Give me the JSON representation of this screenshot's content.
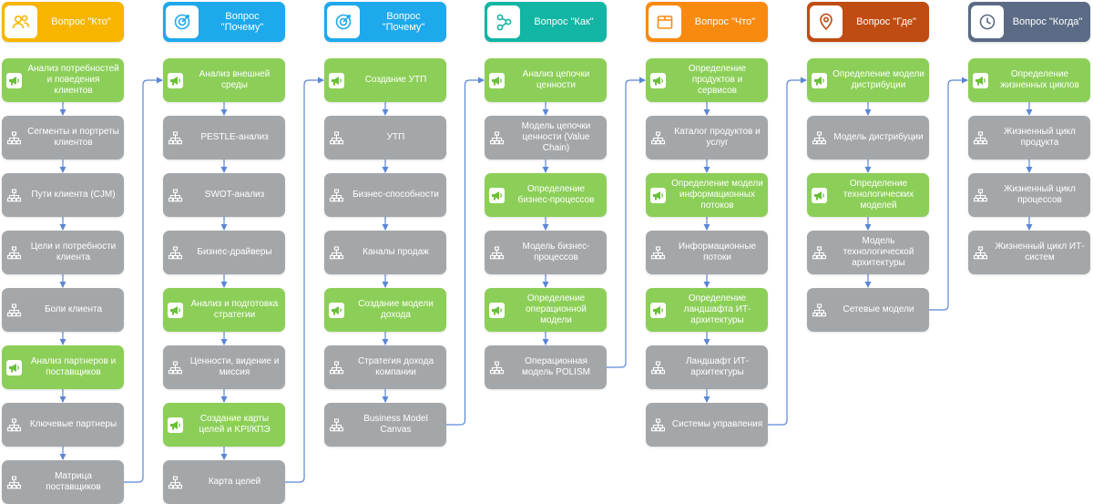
{
  "columns": [
    {
      "header": "Вопрос \"Кто\"",
      "color": "#f7b500",
      "icon": "users-icon",
      "nodes": [
        {
          "label": "Анализ потребностей и поведения клиентов",
          "kind": "green"
        },
        {
          "label": "Сегменты и портреты клиентов",
          "kind": "gray"
        },
        {
          "label": "Пути клиента (CJM)",
          "kind": "gray"
        },
        {
          "label": "Цели и потребности клиента",
          "kind": "gray"
        },
        {
          "label": "Боли клиента",
          "kind": "gray"
        },
        {
          "label": "Анализ партнеров и поставщиков",
          "kind": "green"
        },
        {
          "label": "Ключевые партнеры",
          "kind": "gray"
        },
        {
          "label": "Матрица поставщиков",
          "kind": "gray"
        }
      ]
    },
    {
      "header": "Вопрос \"Почему\"",
      "color": "#1ea9ec",
      "icon": "target-icon",
      "nodes": [
        {
          "label": "Анализ внешней среды",
          "kind": "green"
        },
        {
          "label": "PESTLE-анализ",
          "kind": "gray"
        },
        {
          "label": "SWOT-анализ",
          "kind": "gray"
        },
        {
          "label": "Бизнес-драйверы",
          "kind": "gray"
        },
        {
          "label": "Анализ и подготовка стратегии",
          "kind": "green"
        },
        {
          "label": "Ценности, видение и миссия",
          "kind": "gray"
        },
        {
          "label": "Создание карты целей и KPI/КПЭ",
          "kind": "green"
        },
        {
          "label": "Карта целей",
          "kind": "gray"
        }
      ]
    },
    {
      "header": "Вопрос \"Почему\"",
      "color": "#1ea9ec",
      "icon": "target-icon",
      "nodes": [
        {
          "label": "Создание УТП",
          "kind": "green"
        },
        {
          "label": "УТП",
          "kind": "gray"
        },
        {
          "label": "Бизнес-способности",
          "kind": "gray"
        },
        {
          "label": "Каналы продаж",
          "kind": "gray"
        },
        {
          "label": "Создание модели дохода",
          "kind": "green"
        },
        {
          "label": "Стратегия дохода компании",
          "kind": "gray"
        },
        {
          "label": "Business Model Canvas",
          "kind": "gray"
        }
      ]
    },
    {
      "header": "Вопрос \"Как\"",
      "color": "#13b5a4",
      "icon": "flow-icon",
      "nodes": [
        {
          "label": "Анализ цепочки ценности",
          "kind": "green"
        },
        {
          "label": "Модель цепочки ценности (Value Chain)",
          "kind": "gray"
        },
        {
          "label": "Определение бизнес-процессов",
          "kind": "green"
        },
        {
          "label": "Модель бизнес-процессов",
          "kind": "gray"
        },
        {
          "label": "Определение операционной модели",
          "kind": "green"
        },
        {
          "label": "Операционная модель POLISM",
          "kind": "gray"
        }
      ]
    },
    {
      "header": "Вопрос \"Что\"",
      "color": "#f98a10",
      "icon": "box-icon",
      "nodes": [
        {
          "label": "Определение продуктов и сервисов",
          "kind": "green"
        },
        {
          "label": "Каталог продуктов и услуг",
          "kind": "gray"
        },
        {
          "label": "Определение модели информационных потоков",
          "kind": "green"
        },
        {
          "label": "Информационные потоки",
          "kind": "gray"
        },
        {
          "label": "Определение ландшафта ИТ-архитектуры",
          "kind": "green"
        },
        {
          "label": "Ландшафт ИТ-архитектуры",
          "kind": "gray"
        },
        {
          "label": "Системы управления",
          "kind": "gray"
        }
      ]
    },
    {
      "header": "Вопрос \"Где\"",
      "color": "#bf4c12",
      "icon": "location-pin-icon",
      "nodes": [
        {
          "label": "Определение модели дистрибуции",
          "kind": "green"
        },
        {
          "label": "Модель дистрибуции",
          "kind": "gray"
        },
        {
          "label": "Определение технологических моделей",
          "kind": "green"
        },
        {
          "label": "Модель технологической архитектуры",
          "kind": "gray"
        },
        {
          "label": "Сетевые модели",
          "kind": "gray"
        }
      ]
    },
    {
      "header": "Вопрос \"Когда\"",
      "color": "#5b6b85",
      "icon": "clock-icon",
      "nodes": [
        {
          "label": "Определение жизненных циклов",
          "kind": "green"
        },
        {
          "label": "Жизненный цикл продукта",
          "kind": "gray"
        },
        {
          "label": "Жизненный цикл процессов",
          "kind": "gray"
        },
        {
          "label": "Жизненный цикл ИТ-систем",
          "kind": "gray"
        }
      ]
    }
  ],
  "colors": {
    "green": "#8ccf58",
    "gray": "#a4a7aa",
    "connector": "#5b86d6"
  },
  "node_icons": {
    "green": "megaphone-icon",
    "gray": "hierarchy-icon"
  }
}
